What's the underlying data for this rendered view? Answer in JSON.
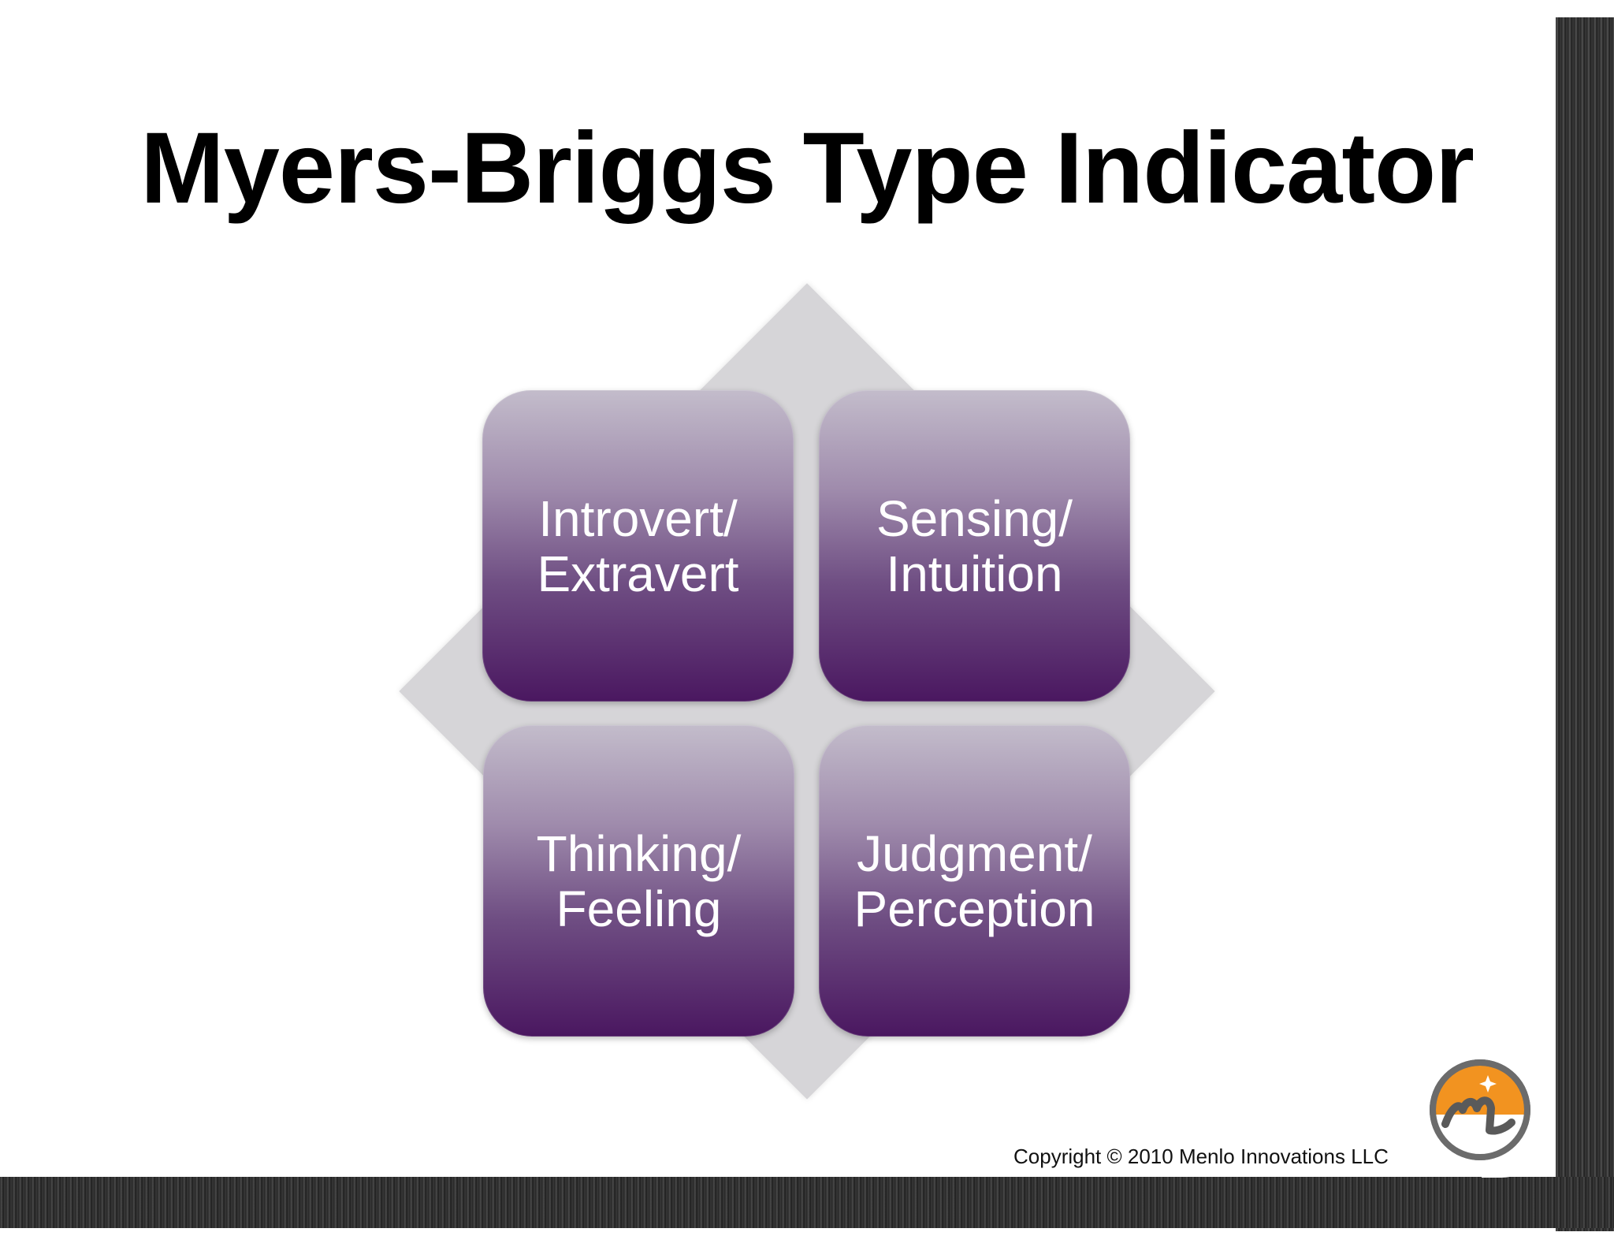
{
  "slide": {
    "title": "Myers-Briggs Type Indicator",
    "boxes": [
      {
        "label": "Introvert/\nExtravert"
      },
      {
        "label": "Sensing/\nIntuition"
      },
      {
        "label": "Thinking/\nFeeling"
      },
      {
        "label": "Judgment/\nPerception"
      }
    ],
    "copyright": "Copyright © 2010 Menlo Innovations LLC",
    "logo_icon": "menlo-innovations-logo"
  },
  "colors": {
    "box_top": "#c3bccb",
    "box_bottom": "#4a1760",
    "diamond": "#d6d5d8",
    "logo_orange": "#f29320",
    "logo_ring": "#6b6b6b"
  }
}
